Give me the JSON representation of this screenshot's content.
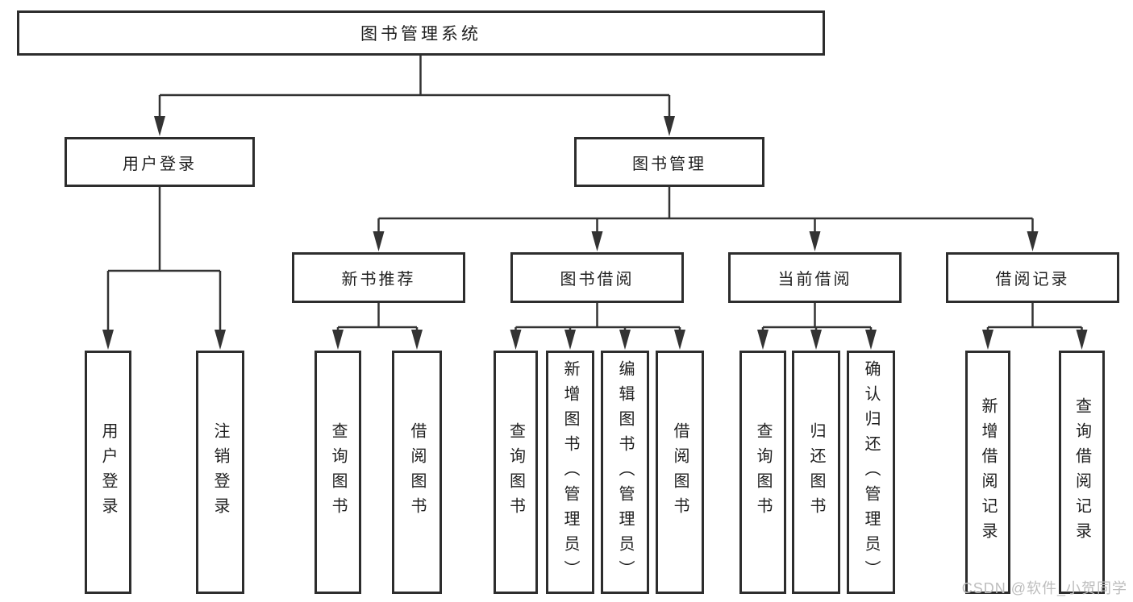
{
  "diagram": {
    "root": "图书管理系统",
    "user_login": {
      "label": "用户登录",
      "children": [
        "用户登录",
        "注销登录"
      ]
    },
    "book_mgmt": {
      "label": "图书管理",
      "sections": [
        {
          "label": "新书推荐",
          "children": [
            "查询图书",
            "借阅图书"
          ]
        },
        {
          "label": "图书借阅",
          "children": [
            "查询图书",
            "新增图书（管理员）",
            "编辑图书（管理员）",
            "借阅图书"
          ]
        },
        {
          "label": "当前借阅",
          "children": [
            "查询图书",
            "归还图书",
            "确认归还（管理员）"
          ]
        },
        {
          "label": "借阅记录",
          "children": [
            "新增借阅记录",
            "查询借阅记录"
          ]
        }
      ]
    }
  },
  "watermark": "CSDN @软件_小贺同学",
  "colors": {
    "line": "#333333",
    "box_border": "#2d2d2d",
    "text": "#1f1f1f",
    "watermark": "#bdbdbd",
    "background": "#ffffff"
  }
}
